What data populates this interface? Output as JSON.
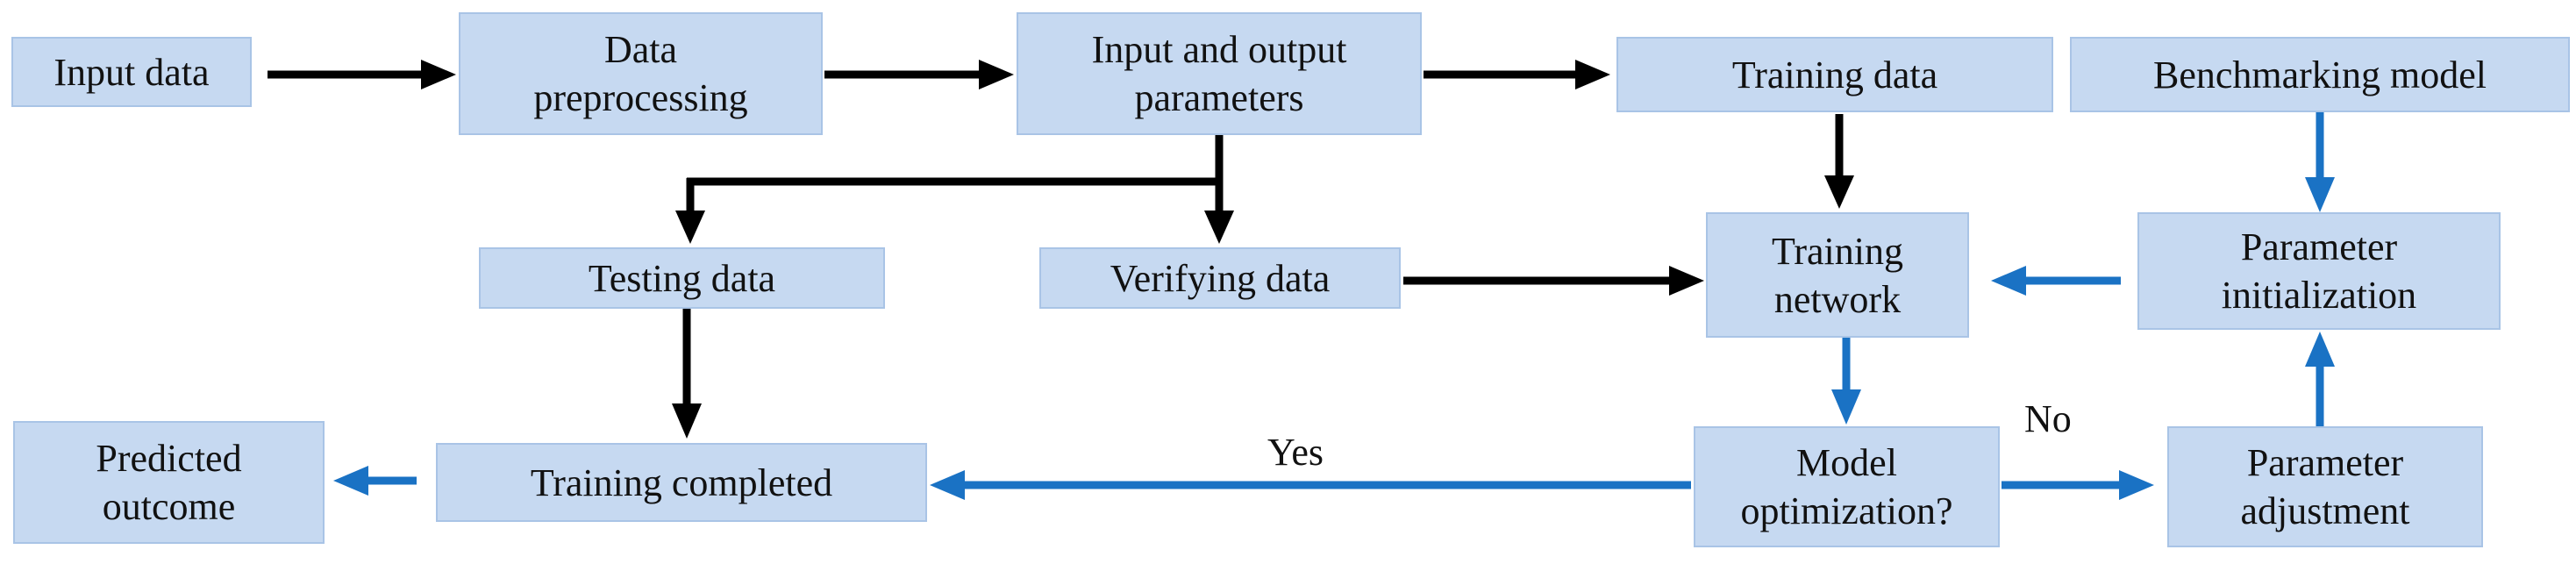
{
  "colors": {
    "node_fill": "#c6d9f1",
    "node_border": "#a9c4e6",
    "flow_black": "#000000",
    "flow_blue": "#1a72c4"
  },
  "nodes": {
    "input_data": [
      "Input data"
    ],
    "data_preprocessing": [
      "Data",
      "preprocessing"
    ],
    "io_parameters": [
      "Input and output",
      "parameters"
    ],
    "training_data": [
      "Training data"
    ],
    "benchmarking_model": [
      "Benchmarking model"
    ],
    "testing_data": [
      "Testing data"
    ],
    "verifying_data": [
      "Verifying data"
    ],
    "training_network": [
      "Training",
      "network"
    ],
    "parameter_initialization": [
      "Parameter",
      "initialization"
    ],
    "predicted_outcome": [
      "Predicted",
      "outcome"
    ],
    "training_completed": [
      "Training completed"
    ],
    "model_optimization": [
      "Model",
      "optimization?"
    ],
    "parameter_adjustment": [
      "Parameter",
      "adjustment"
    ]
  },
  "edge_labels": {
    "yes": "Yes",
    "no": "No"
  }
}
